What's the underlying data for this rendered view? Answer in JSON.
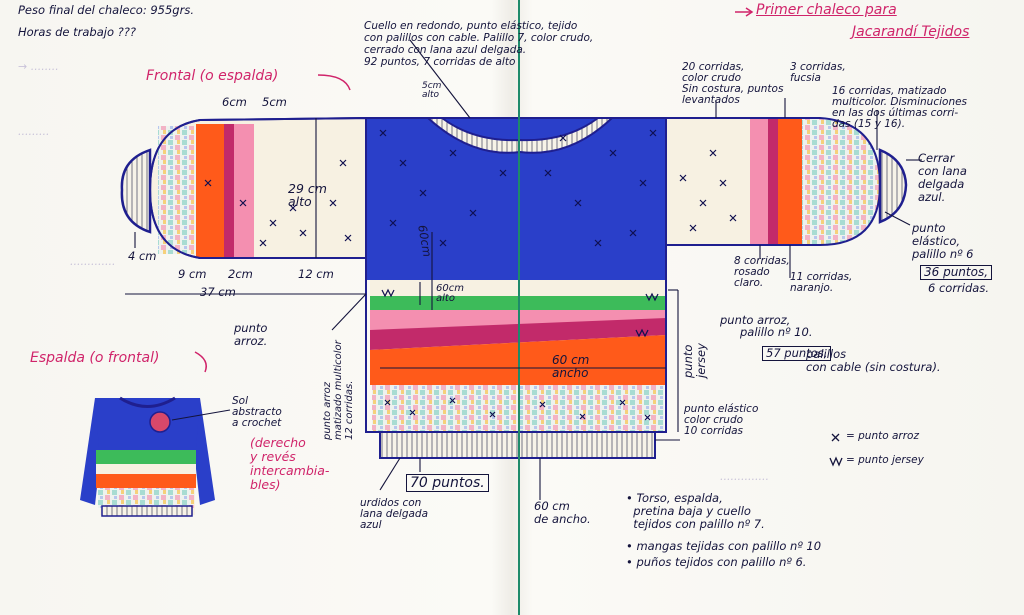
{
  "header": {
    "weight": "Peso final del chaleco: 955grs.",
    "hours": "Horas de trabajo ???",
    "title_line1": "Primer chaleco para",
    "title_line2": "Jacarandí Tejidos"
  },
  "front": {
    "title": "Frontal (o espalda)",
    "neck_note": "Cuello en redondo, punto elástico, tejido\ncon palillos con cable. Palillo 7, color crudo,\ncerrado con lana azul delgada.\n92 puntos, 7 corridas de alto",
    "neck_depth": "5cm\nalto",
    "left_sleeve": {
      "w6": "6cm",
      "w5": "5cm",
      "height": "29 cm\nalto",
      "w4": "4 cm",
      "w9": "9 cm",
      "w2": "2cm",
      "w12": "12 cm",
      "total": "37 cm"
    },
    "body_height": "60cm",
    "band_height": "60cm\nalto",
    "body_width": "60 cm\nancho",
    "punto_arroz": "punto\narroz.",
    "side_note": "punto arroz\nmatizado multicolor\n12 corridas.",
    "jersey": "punto\njersey",
    "ribbing_note": "punto elástico\ncolor crudo\n10 corridas",
    "stitches_70": "70 puntos.",
    "cast_on": "urdidos con\nlana delgada\nazul",
    "width_bottom": "60 cm\nde ancho."
  },
  "right_sleeve": {
    "rows20": "20 corridas,\ncolor crudo\nSin costura, puntos\nlevantados",
    "rows3": "3 corridas,\nfucsia",
    "rows16": "16 corridas, matizado\nmulticolor. Disminuciones\nen las dos últimas corri-\ndas (15 y 16).",
    "close": "Cerrar\ncon lana\ndelgada\nazul.",
    "cuff": "punto\nelástico,\npalillo nº 6",
    "cuff_stitches": "36 puntos,",
    "cuff_rows": "6 corridas.",
    "rows8": "8 corridas,\nrosado\nclaro.",
    "rows11": "11 corridas,\nnaranjo."
  },
  "notes": {
    "arroz_line1": "punto arroz,",
    "arroz_line2": "palillo nº 10.",
    "stitches_57": "57 puntos,",
    "cable": "palillos\ncon cable (sin costura).",
    "bullets": [
      "• Torso, espalda,\n  pretina baja y cuello\n  tejidos con palillo nº 7.",
      "• mangas tejidas con palillo nº 10",
      "• puños tejidos con palillo nº 6."
    ]
  },
  "back": {
    "title": "Espalda (o frontal)",
    "sun": "Sol\nabstracto\na crochet",
    "reversible": "(derecho\ny revés\nintercambia-\nbles)"
  },
  "legend": {
    "x": "= punto arroz",
    "v": "= punto jersey"
  },
  "colors": {
    "navy": "#1f1f8f",
    "royal": "#2a3fc9",
    "orange": "#ff5a1a",
    "pink": "#e2417a",
    "magenta": "#c22a6a",
    "green": "#3dbb5a",
    "cream": "#f6f1e4",
    "ink": "#14143c",
    "title_pink": "#d0246a"
  }
}
